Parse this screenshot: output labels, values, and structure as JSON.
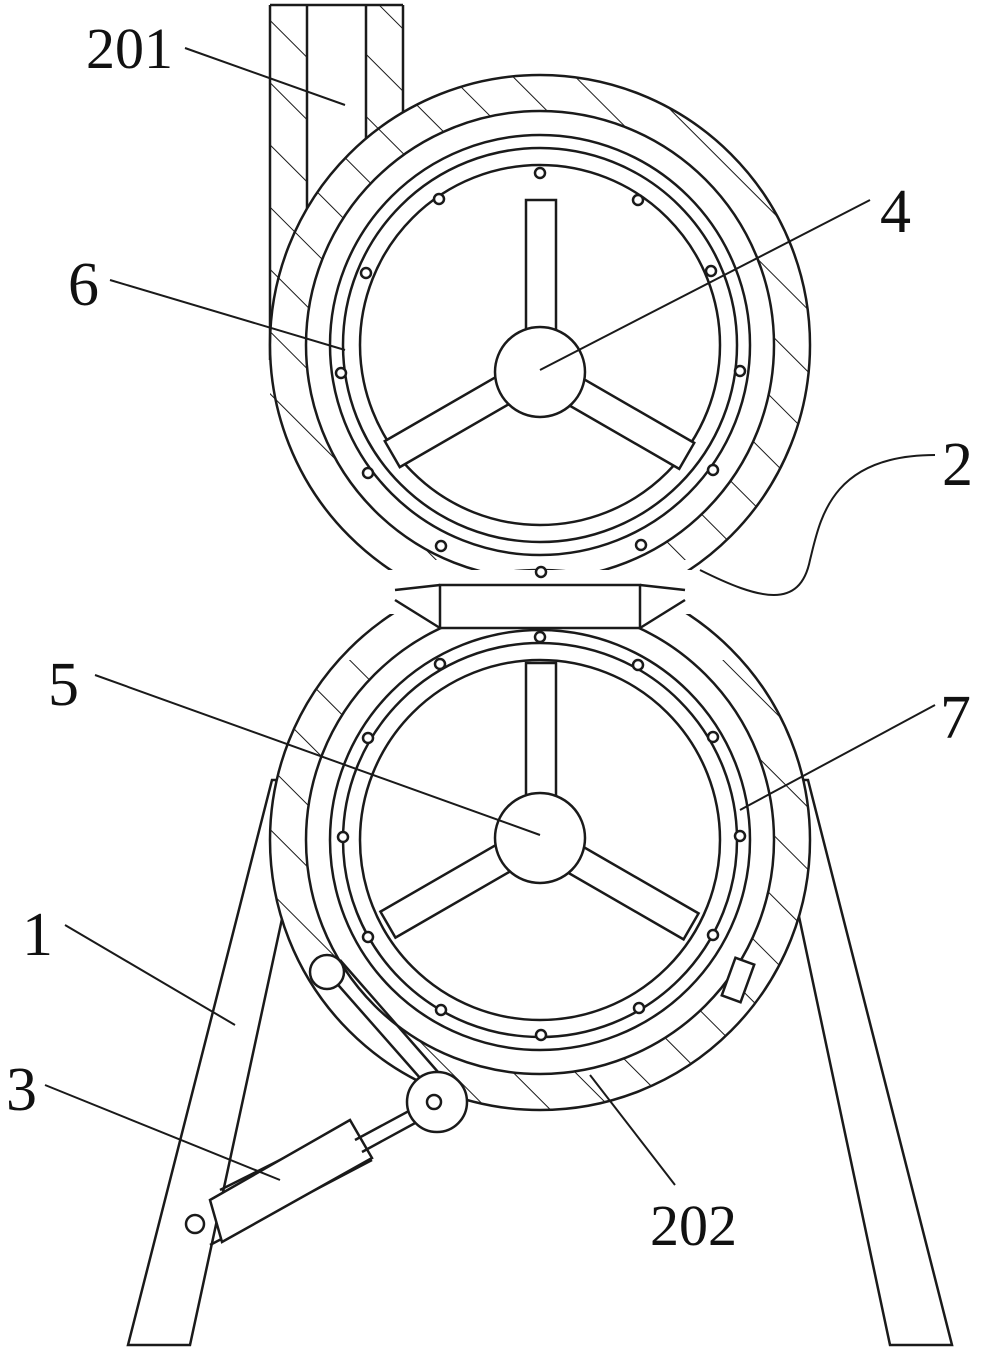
{
  "labels": {
    "l201": "201",
    "l4": "4",
    "l6": "6",
    "l2": "2",
    "l5": "5",
    "l7": "7",
    "l1": "1",
    "l3": "3",
    "l202": "202"
  },
  "colors": {
    "line": "#1a1a1a",
    "background": "#ffffff"
  }
}
